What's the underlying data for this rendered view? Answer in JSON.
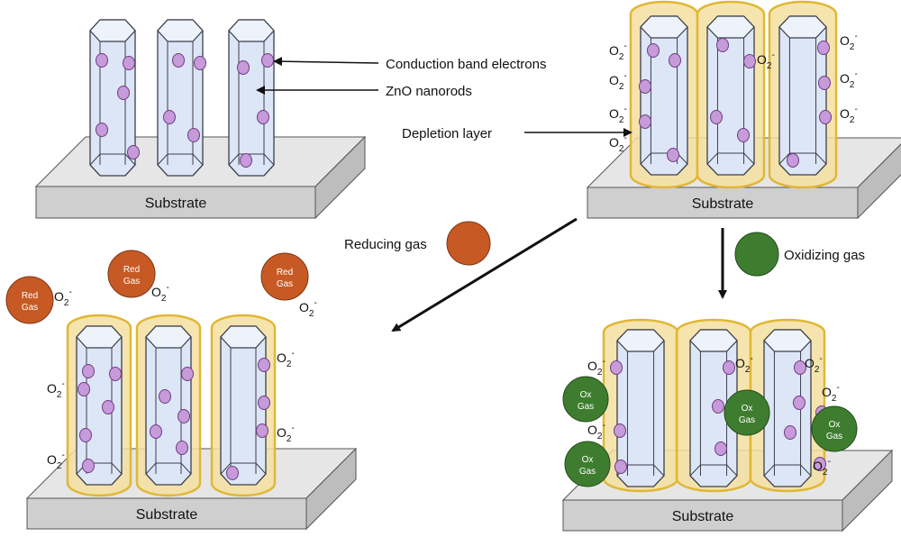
{
  "labels": {
    "conduction_band_electrons": "Conduction band electrons",
    "zno_nanorods": "ZnO nanorods",
    "depletion_layer": "Depletion layer",
    "reducing_gas": "Reducing gas",
    "oxidizing_gas": "Oxidizing gas"
  },
  "substrate_label": "Substrate",
  "oxygen_species": {
    "base": "O",
    "sub": "2",
    "sup": "-"
  },
  "red_gas": {
    "line1": "Red",
    "line2": "Gas"
  },
  "ox_gas": {
    "line1": "Ox",
    "line2": "Gas"
  },
  "colors": {
    "rod_fill": "#dde6f6",
    "rod_stroke": "#3b3f4a",
    "electron": "#c79ad9",
    "electron_stroke": "#6c3d84",
    "depletion_fill": "#f4dfa0",
    "depletion_stroke": "#e0b735",
    "substrate_top": "#e6e6e6",
    "substrate_front": "#cfcfcf",
    "red_gas": "#c75a24",
    "ox_gas": "#3e7d2f"
  }
}
